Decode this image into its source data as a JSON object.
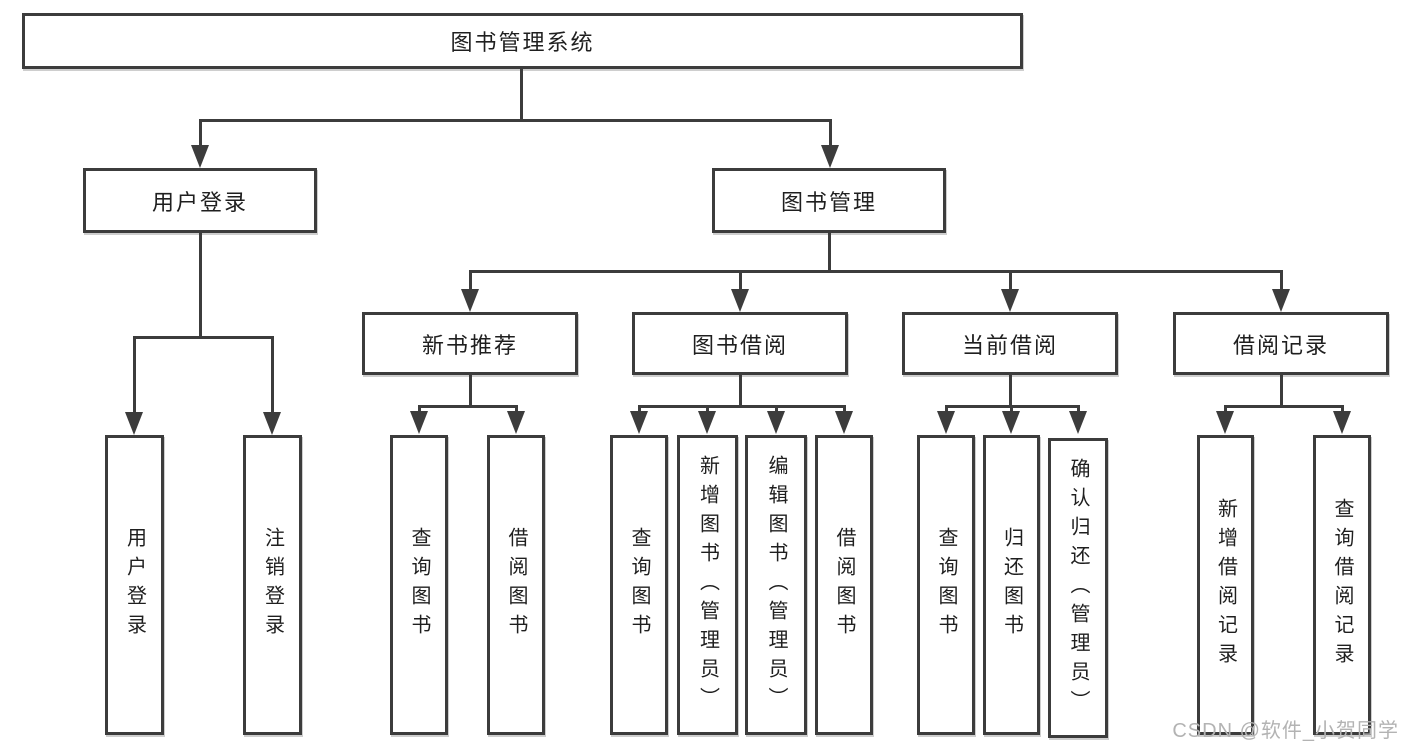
{
  "tree": {
    "label": "图书管理系统",
    "children": [
      {
        "label": "用户登录",
        "children": [
          {
            "label": "用户登录"
          },
          {
            "label": "注销登录"
          }
        ]
      },
      {
        "label": "图书管理",
        "children": [
          {
            "label": "新书推荐",
            "children": [
              {
                "label": "查询图书"
              },
              {
                "label": "借阅图书"
              }
            ]
          },
          {
            "label": "图书借阅",
            "children": [
              {
                "label": "查询图书"
              },
              {
                "label": "新增图书（管理员）"
              },
              {
                "label": "编辑图书（管理员）"
              },
              {
                "label": "借阅图书"
              }
            ]
          },
          {
            "label": "当前借阅",
            "children": [
              {
                "label": "查询图书"
              },
              {
                "label": "归还图书"
              },
              {
                "label": "确认归还（管理员）"
              }
            ]
          },
          {
            "label": "借阅记录",
            "children": [
              {
                "label": "新增借阅记录"
              },
              {
                "label": "查询借阅记录"
              }
            ]
          }
        ]
      }
    ]
  },
  "watermark": "CSDN @软件_小贺同学",
  "colors": {
    "line": "#3c3c3c",
    "text": "#1f1f1f",
    "watermark": "#b3b3b3",
    "background": "#ffffff"
  }
}
